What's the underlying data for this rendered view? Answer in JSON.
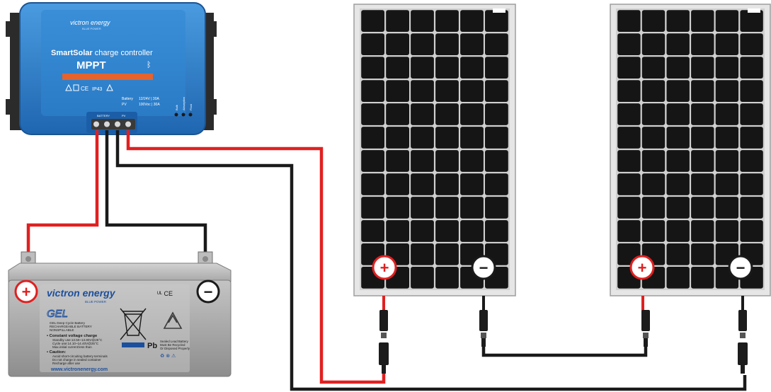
{
  "controller": {
    "brand": "victron energy",
    "brand_sub": "BLUE POWER",
    "title_bold": "SmartSolar",
    "title_rest": " charge controller",
    "model": "MPPT",
    "rating": "IP43",
    "spec_battery_label": "Battery",
    "spec_battery_value": "12/24V | 30A",
    "spec_pv_label": "PV",
    "spec_pv_value": "100Voc | 30A",
    "terminal_battery_label": "BATTERY",
    "terminal_pv_label": "PV",
    "led_labels": [
      "Bulk",
      "Absorption",
      "Float"
    ]
  },
  "battery": {
    "brand": "victron energy",
    "brand_sub": "BLUE POWER",
    "type": "GEL",
    "desc_lines": [
      "GEL Deep Cycle Battery",
      "RECHARGEABLE BATTERY",
      "NONSPILLABLE"
    ],
    "charge_title": "• Constant voltage charge",
    "charge_lines": [
      "Standby use:13.50~13.80V@25°C",
      "Cycle   use:14.10~14.40V@25°C",
      "Max.initial current:less than"
    ],
    "caution_title": "• Caution:",
    "caution_lines": [
      "Avoid short-circuiting battery terminals",
      "Do not charge in sealed container",
      "Recharge after use"
    ],
    "website": "www.victronenergy.com",
    "pb_label": "Pb",
    "recycle_lines": [
      "Sealed Lead Battery",
      "Must Be Recycled",
      "Or Disposed Properly"
    ],
    "plus_symbol": "+",
    "minus_symbol": "−"
  },
  "panels": {
    "plus_symbol": "+",
    "minus_symbol": "−"
  },
  "colors": {
    "positive_wire": "#e02020",
    "negative_wire": "#1a1a1a",
    "controller_blue": "#2e7ec9",
    "battery_grey": "#9a9a9a",
    "panel_cell": "#151515"
  }
}
